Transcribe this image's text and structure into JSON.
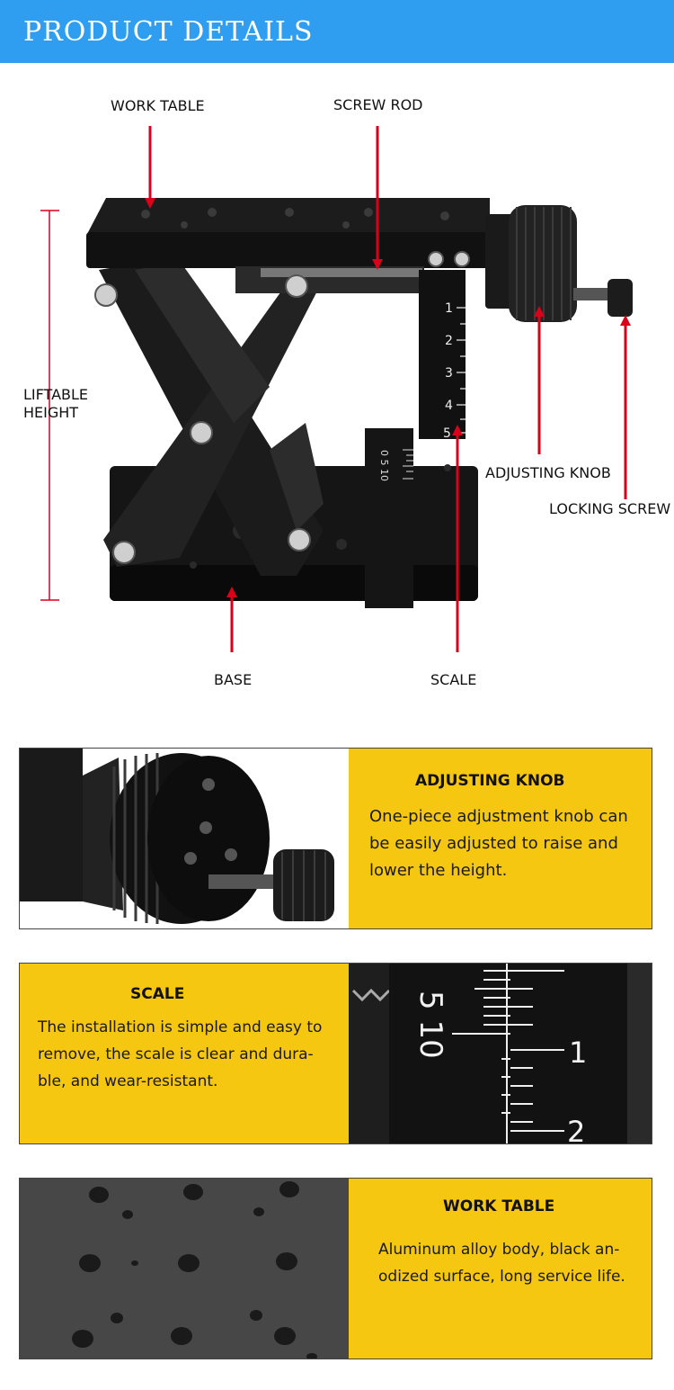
{
  "header": {
    "title": "PRODUCT DETAILS"
  },
  "diagram": {
    "labels": {
      "work_table": "WORK TABLE",
      "screw_rod": "SCREW ROD",
      "liftable_line1": "LIFTABLE",
      "liftable_line2": "HEIGHT",
      "adjusting_knob": "ADJUSTING KNOB",
      "locking_screw": "LOCKING SCREW",
      "base": "BASE",
      "scale": "SCALE"
    },
    "scale_upper_ticks": [
      "1",
      "2",
      "3",
      "4",
      "5"
    ],
    "scale_lower_ticks": "0 5 10"
  },
  "panels": [
    {
      "title": "ADJUSTING KNOB",
      "lines": [
        "One-piece adjustment knob can",
        "be easily adjusted to raise and",
        "lower the height."
      ]
    },
    {
      "title": "SCALE",
      "lines": [
        "The installation is simple and easy to",
        "remove, the scale is clear and dura-",
        "ble, and wear-resistant."
      ],
      "scale_numbers": {
        "left": "5 10",
        "tick1": "1",
        "tick2": "2"
      }
    },
    {
      "title": "WORK TABLE",
      "lines": [
        "Aluminum alloy body, black an-",
        "odized surface, long service life."
      ]
    }
  ],
  "colors": {
    "header": "#2f9ef0",
    "panel_bg": "#f5c711",
    "arrow": "#d9001b"
  }
}
